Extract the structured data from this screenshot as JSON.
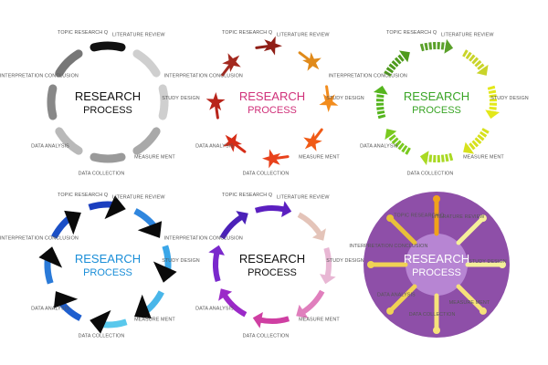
{
  "diagrams": [
    {
      "title_line1": "RESEARCH",
      "title_line2": "PROCESS",
      "style": "capsule",
      "title_color": "#111111",
      "colors": [
        "#111111",
        "#cfcfcf",
        "#cfcfcf",
        "#a9a9a9",
        "#9a9a9a",
        "#b9b9b9",
        "#888888",
        "#777777"
      ],
      "labels": [
        "TOPIC RESEARCH Q",
        "LITERATURE REVIEW",
        "STUDY DESIGN",
        "MEASURE MENT",
        "DATA COLLECTION",
        "DATA ANALYSIS",
        "INTERPRETATION CONCLUSION",
        ""
      ]
    },
    {
      "title_line1": "RESEARCH",
      "title_line2": "PROCESS",
      "style": "star",
      "title_color": "#d0317a",
      "colors": [
        "#8f1e16",
        "#e08a1a",
        "#f28c1d",
        "#f05a16",
        "#e8421c",
        "#d62d17",
        "#b8241a",
        "#a3291f"
      ],
      "labels": [
        "TOPIC RESEARCH Q",
        "LITERATURE REVIEW",
        "STUDY DESIGN",
        "MEASURE MENT",
        "DATA COLLECTION",
        "DATA ANALYSIS",
        "INTERPRETATION CONCLUSION",
        ""
      ]
    },
    {
      "title_line1": "RESEARCH",
      "title_line2": "PROCESS",
      "style": "arrow",
      "title_color": "#3aa526",
      "colors": [
        "#5aa02a",
        "#c9d42a",
        "#e3e81a",
        "#d7e11c",
        "#a9d923",
        "#79c91f",
        "#55b51e",
        "#4e9a1c"
      ],
      "labels": [
        "TOPIC RESEARCH Q",
        "LITERATURE REVIEW",
        "STUDY DESIGN",
        "MEASURE MENT",
        "DATA COLLECTION",
        "DATA ANALYSIS",
        "INTERPRETATION CONCLUSION",
        ""
      ]
    },
    {
      "title_line1": "RESEARCH",
      "title_line2": "PROCESS",
      "style": "pinwheel",
      "title_color": "#1a8ed8",
      "colors": [
        "#1b3fbf",
        "#2f86de",
        "#3aa6e8",
        "#49b6e9",
        "#59c8ec",
        "#1f5fcf",
        "#2a7ad8",
        "#1b4fc6"
      ],
      "labels": [
        "TOPIC RESEARCH Q",
        "LITERATURE REVIEW",
        "STUDY DESIGN",
        "MEASURE MENT",
        "DATA COLLECTION",
        "DATA ANALYSIS",
        "INTERPRETATION CONCLUSION",
        ""
      ]
    },
    {
      "title_line1": "RESEARCH",
      "title_line2": "PROCESS",
      "style": "arc-arrow",
      "title_color": "#111111",
      "colors": [
        "#5b1fc0",
        "#e4c4b9",
        "#e8b7d4",
        "#e07fbd",
        "#cf3fa2",
        "#9b2ac8",
        "#7a28cc",
        "#4b21b8"
      ],
      "labels": [
        "TOPIC RESEARCH Q",
        "LITERATURE REVIEW",
        "STUDY DESIGN",
        "MEASURE MENT",
        "DATA COLLECTION",
        "DATA ANALYSIS",
        "INTERPRETATION CONCLUSION",
        ""
      ]
    },
    {
      "title_line1": "RESEARCH",
      "title_line2": "PROCESS",
      "style": "disc",
      "title_color": "#ffffff",
      "disc_color": "#8e4fa8",
      "hub_color": "#b785d3",
      "colors": [
        "#f0a21a",
        "#f5ef9a",
        "#f5ef9a",
        "#f6e27a",
        "#f6e27a",
        "#f0d255",
        "#f0d255",
        "#e8c03a"
      ],
      "labels": [
        "TOPIC RESEARCH Q",
        "LITERATURE REVIEW",
        "STUDY DESIGN",
        "MEASURE MENT",
        "DATA COLLECTION",
        "DATA ANALYSIS",
        "INTERPRETATION CONCLUSION",
        ""
      ]
    }
  ]
}
